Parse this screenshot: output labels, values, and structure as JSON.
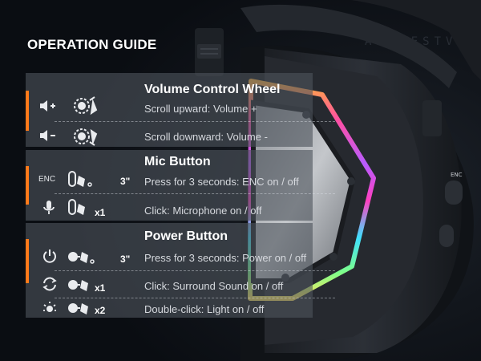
{
  "title": "OPERATION GUIDE",
  "bg_letters": "AHAPESTVXJ",
  "colors": {
    "accent": "#ff7a1a",
    "panel": "#4e545c",
    "text": "#d6d9de"
  },
  "sections": [
    {
      "title": "Volume Control Wheel",
      "rows": [
        {
          "icon": "volume-up-icon",
          "gesture": "scroll-up-icon",
          "text": "Scroll upward: Volume +"
        },
        {
          "icon": "volume-down-icon",
          "gesture": "scroll-down-icon",
          "text": "Scroll downward: Volume -"
        }
      ]
    },
    {
      "title": "Mic Button",
      "rows": [
        {
          "label": "ENC",
          "gesture": "press-hold-icon",
          "mult": "3\"",
          "text": "Press for 3 seconds: ENC on / off"
        },
        {
          "icon": "microphone-icon",
          "gesture": "press-icon",
          "mult": "x1",
          "text": "Click: Microphone on / off"
        }
      ]
    },
    {
      "title": "Power Button",
      "rows": [
        {
          "icon": "power-icon",
          "gesture": "press-hold-icon",
          "mult": "3\"",
          "text": "Press for 3 seconds: Power on / off"
        },
        {
          "icon": "surround-icon",
          "gesture": "press-icon",
          "mult": "x1",
          "text": "Click: Surround Sound on / off"
        },
        {
          "icon": "light-icon",
          "gesture": "press-icon",
          "mult": "x2",
          "text": "Double-click: Light on / off"
        }
      ]
    }
  ],
  "device_label": "ENC"
}
